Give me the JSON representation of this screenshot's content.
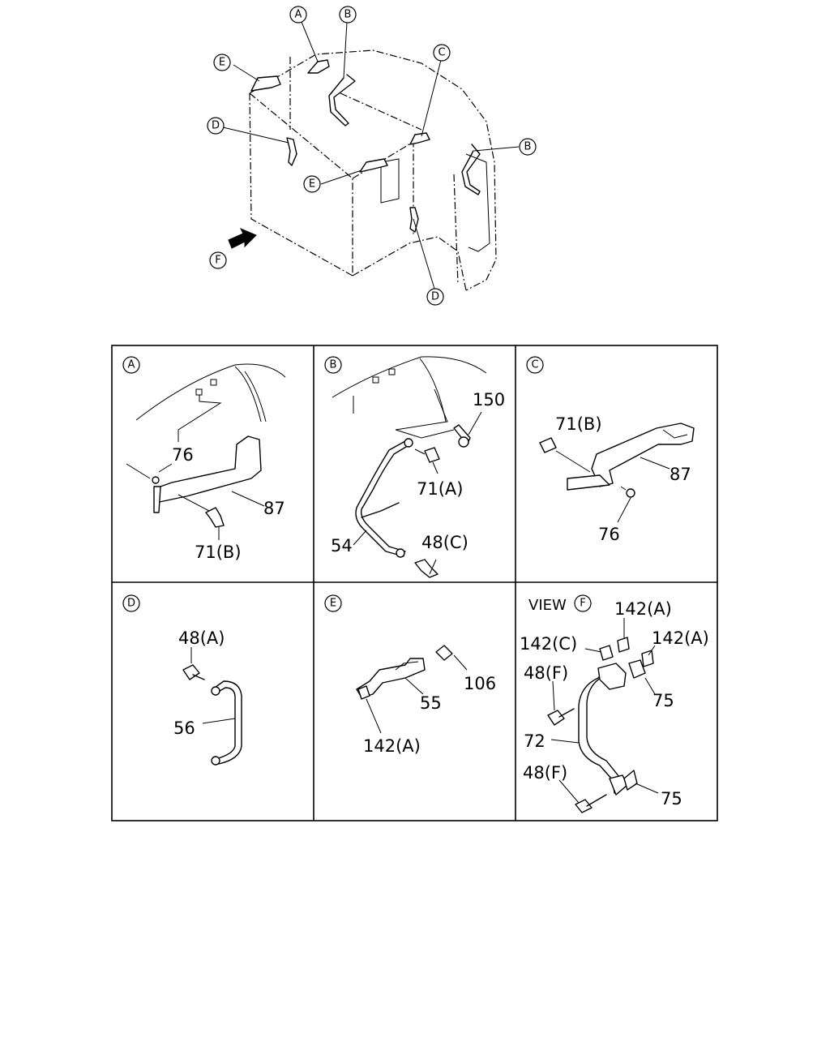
{
  "callouts": {
    "a": "A",
    "b": "B",
    "b2": "B",
    "c": "C",
    "d": "D",
    "d2": "D",
    "e": "E",
    "e2": "E",
    "f": "F"
  },
  "panels": {
    "a": {
      "marker": "A",
      "parts": [
        "76",
        "87",
        "71(B)"
      ]
    },
    "b": {
      "marker": "B",
      "parts": [
        "150",
        "71(A)",
        "48(C)",
        "54"
      ]
    },
    "c": {
      "marker": "C",
      "parts": [
        "71(B)",
        "87",
        "76"
      ]
    },
    "d": {
      "marker": "D",
      "parts": [
        "48(A)",
        "56"
      ]
    },
    "e": {
      "marker": "E",
      "parts": [
        "106",
        "55",
        "142(A)"
      ]
    },
    "f": {
      "view_prefix": "VIEW",
      "marker": "F",
      "parts": [
        "142(A)",
        "142(C)",
        "142(A)",
        "48(F)",
        "75",
        "72",
        "48(F)",
        "75"
      ]
    }
  }
}
